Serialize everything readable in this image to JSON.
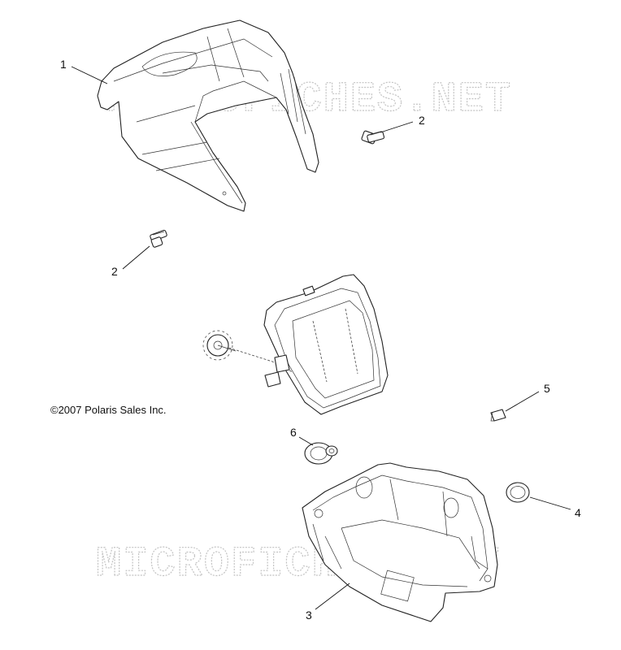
{
  "copyright": "©2007 Polaris Sales Inc.",
  "watermarks": [
    "MICROFICHES.NET",
    "MICROFICHES.NET"
  ],
  "callouts": [
    {
      "id": "1",
      "label": "1"
    },
    {
      "id": "2a",
      "label": "2"
    },
    {
      "id": "2b",
      "label": "2"
    },
    {
      "id": "3",
      "label": "3"
    },
    {
      "id": "4",
      "label": "4"
    },
    {
      "id": "5",
      "label": "5"
    },
    {
      "id": "6",
      "label": "6"
    }
  ]
}
